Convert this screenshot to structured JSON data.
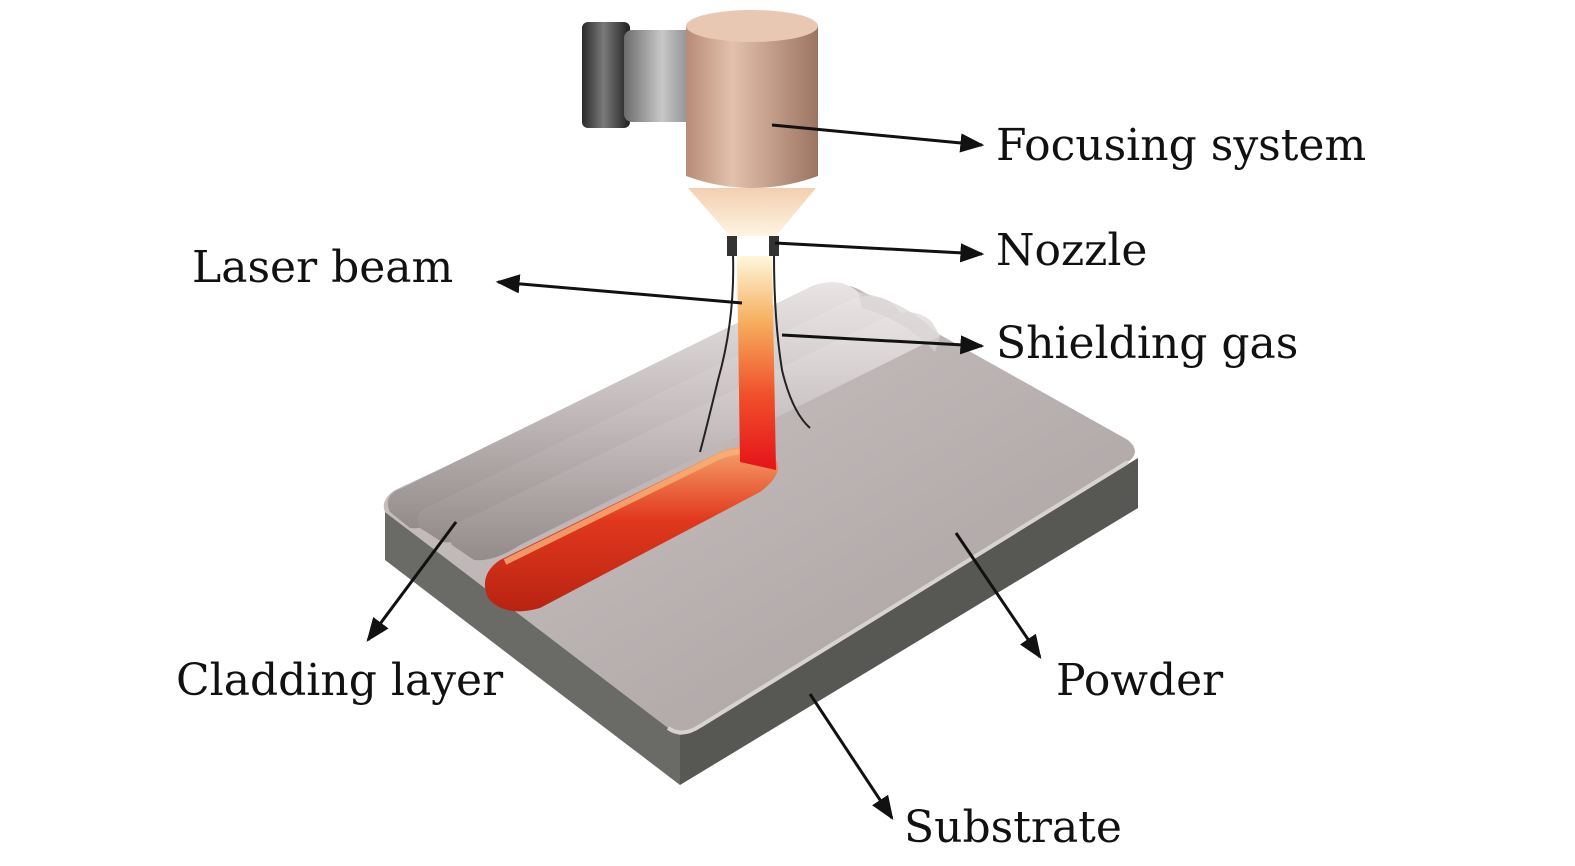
{
  "labels": {
    "focusing_system": "Focusing system",
    "nozzle": "Nozzle",
    "laser_beam": "Laser beam",
    "shielding_gas": "Shielding gas",
    "cladding_layer": "Cladding layer",
    "powder": "Powder",
    "substrate": "Substrate"
  },
  "colors": {
    "head_body": "#c9a08a",
    "beam_top": "#fff3d0",
    "beam_bottom": "#e8141b",
    "melt_track": "#e24a22",
    "substrate_top": "#b2a9a9",
    "substrate_side": "#5f5f5c",
    "arrow": "#111111"
  }
}
